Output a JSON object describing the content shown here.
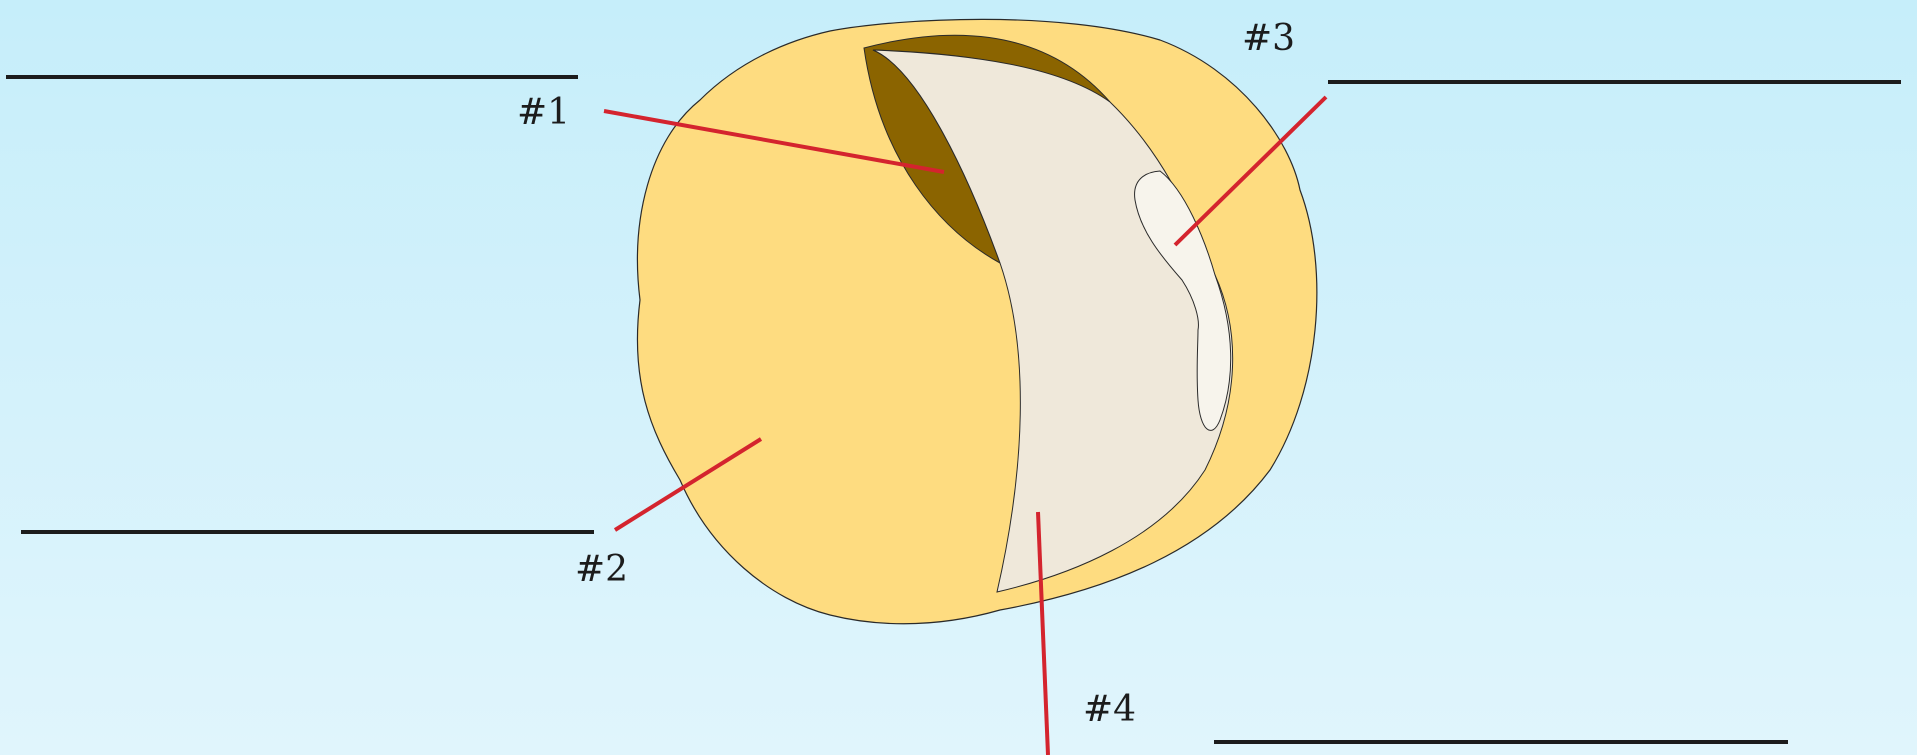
{
  "diagram": {
    "labels": [
      "#1",
      "#2",
      "#3",
      "#4"
    ],
    "answer_lines": [
      "",
      "",
      "",
      ""
    ],
    "colors": {
      "background_top": "#c6eefa",
      "background_bottom": "#e0f5fc",
      "seed_body": "#fedc80",
      "seed_coat_dark": "#8b6400",
      "embryo_region": "#efe8da",
      "inner_structure": "#f7f4ec",
      "pointer_line": "#d4242e",
      "answer_line": "#1c1c1c",
      "outline": "#2a2a2a"
    }
  }
}
